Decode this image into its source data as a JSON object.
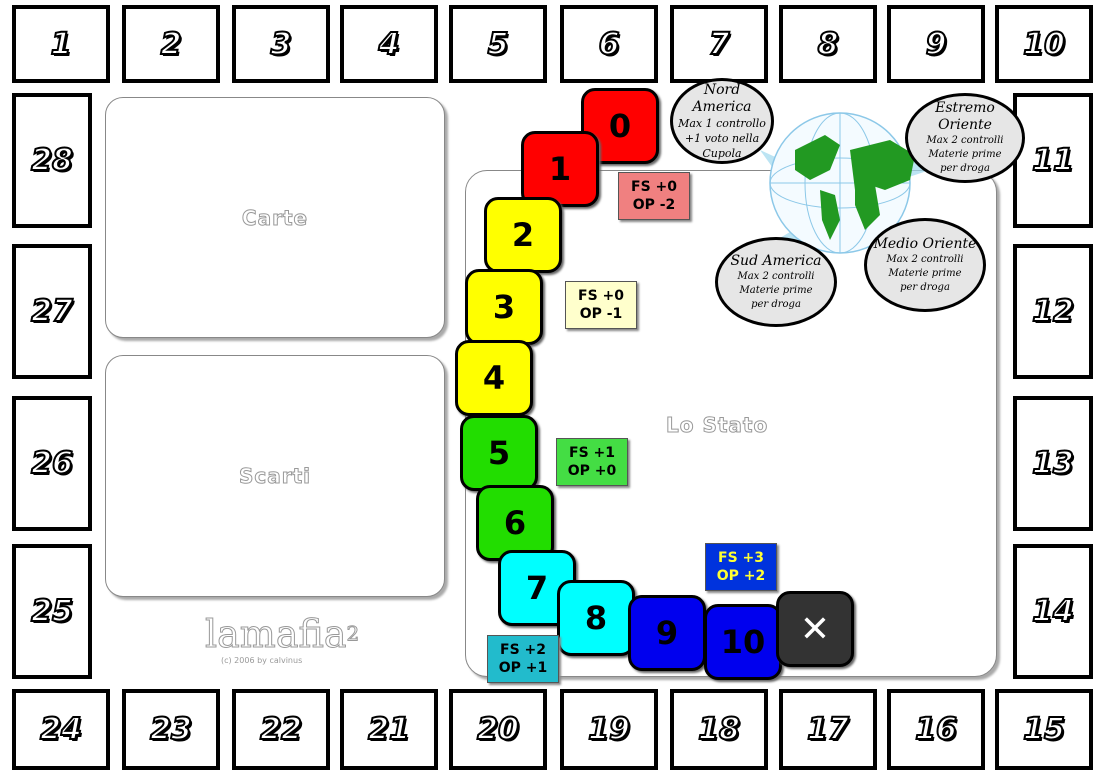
{
  "board": {
    "top_squares": [
      "1",
      "2",
      "3",
      "4",
      "5",
      "6",
      "7",
      "8",
      "9",
      "10"
    ],
    "right_squares": [
      "11",
      "12",
      "13",
      "14"
    ],
    "bottom_squares": [
      "15",
      "16",
      "17",
      "18",
      "19",
      "20",
      "21",
      "22",
      "23",
      "24"
    ],
    "left_squares": [
      "25",
      "26",
      "27",
      "28"
    ]
  },
  "panels": {
    "cards": "Carte",
    "discards": "Scarti",
    "state": "Lo Stato"
  },
  "track": {
    "tiles": [
      {
        "label": "0",
        "color": "#ff0000"
      },
      {
        "label": "1",
        "color": "#ff0000"
      },
      {
        "label": "2",
        "color": "#ffff00"
      },
      {
        "label": "3",
        "color": "#ffff00"
      },
      {
        "label": "4",
        "color": "#ffff00"
      },
      {
        "label": "5",
        "color": "#22dd00"
      },
      {
        "label": "6",
        "color": "#22dd00"
      },
      {
        "label": "7",
        "color": "#00ffff"
      },
      {
        "label": "8",
        "color": "#00ffff"
      },
      {
        "label": "9",
        "color": "#0000ee"
      },
      {
        "label": "10",
        "color": "#0000ee"
      },
      {
        "label": "✕",
        "color": "#333333"
      }
    ],
    "modifiers": [
      {
        "fs": "FS +0",
        "op": "OP -2",
        "color": "#f08080"
      },
      {
        "fs": "FS +0",
        "op": "OP -1",
        "color": "#ffffcc"
      },
      {
        "fs": "FS +1",
        "op": "OP +0",
        "color": "#44dd44"
      },
      {
        "fs": "FS +3",
        "op": "OP +2",
        "color": "#0033dd"
      },
      {
        "fs": "FS +2",
        "op": "OP +1",
        "color": "#22bbcc"
      }
    ]
  },
  "regions": [
    {
      "name": "Nord America",
      "lines": [
        "Max 1 controllo",
        "+1 voto nella",
        "Cupola"
      ]
    },
    {
      "name": "Estremo Oriente",
      "lines": [
        "Max 2 controlli",
        "Materie prime",
        "per droga"
      ]
    },
    {
      "name": "Sud America",
      "lines": [
        "Max 2 controlli",
        "Materie prime",
        "per droga"
      ]
    },
    {
      "name": "Medio Oriente",
      "lines": [
        "Max 2 controlli",
        "Materie prime",
        "per droga"
      ]
    }
  ],
  "logo": {
    "title": "lamafia",
    "sup": "2",
    "credit": "(c) 2006 by calvinus"
  }
}
